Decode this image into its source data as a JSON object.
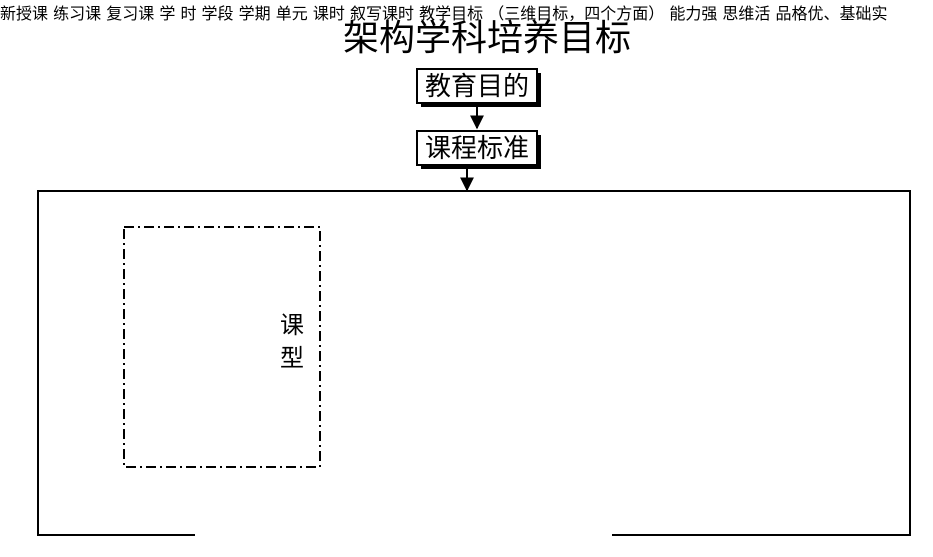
{
  "title": "架构学科培养目标",
  "nodes": {
    "education_purpose": "教育目的",
    "curriculum_standard": "课程标准",
    "new_lesson": "新授课",
    "practice_lesson": "练习课",
    "review_lesson": "复习课",
    "lesson_type_label": "课型",
    "stage": "学段",
    "semester": "学期",
    "unit": "单元",
    "class_hour": "课时",
    "study_time_label": "学时",
    "write_goal_line1": "叙写课时",
    "write_goal_line2": "教学目标",
    "write_goal_note": "（三维目标，四个方面）"
  },
  "pyramid": {
    "top": "能力强",
    "middle": "思维活",
    "bottom": "品格优、基础实"
  }
}
